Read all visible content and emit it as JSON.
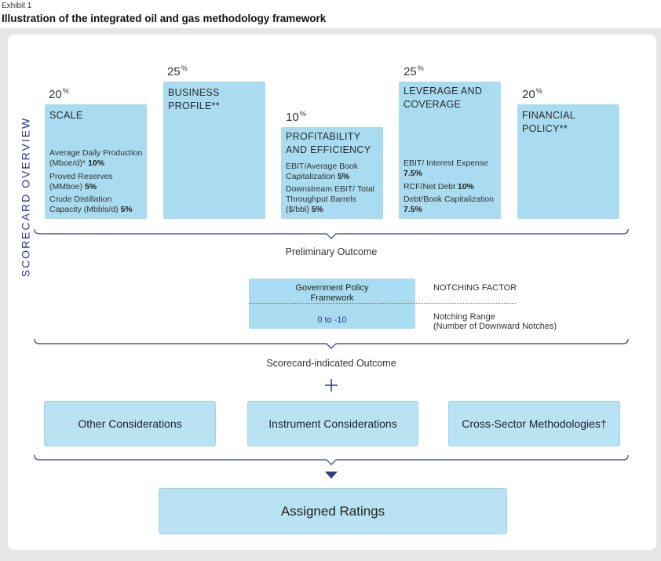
{
  "header": {
    "exhibit": "Exhibit 1",
    "title": "Illustration of the integrated oil and gas methodology framework"
  },
  "side_label": "SCORECARD OVERVIEW",
  "factors": [
    {
      "weight": "20",
      "title": "SCALE",
      "metrics": [
        {
          "label": "Average Daily Production (Mboe/d)*",
          "weight": "10%"
        },
        {
          "label": "Proved Reserves (MMboe)",
          "weight": "5%"
        },
        {
          "label": "Crude Distillation Capacity (Mbbls/d)",
          "weight": "5%"
        }
      ]
    },
    {
      "weight": "25",
      "title": "BUSINESS PROFILE**",
      "metrics": []
    },
    {
      "weight": "10",
      "title": "PROFITABILITY AND EFFICIENCY",
      "metrics": [
        {
          "label": "EBIT/Average Book Capitalization",
          "weight": "5%"
        },
        {
          "label": "Downstream EBIT/ Total Throughput Barrels ($/bbl)",
          "weight": "5%"
        }
      ]
    },
    {
      "weight": "25",
      "title": "LEVERAGE AND COVERAGE",
      "metrics": [
        {
          "label": "EBIT/ Interest Expense",
          "weight": "7.5%"
        },
        {
          "label": "RCF/Net Debt",
          "weight": "10%"
        },
        {
          "label": "Debt/Book Capitalization",
          "weight": "7.5%"
        }
      ]
    },
    {
      "weight": "20",
      "title": "FINANCIAL POLICY**",
      "metrics": []
    }
  ],
  "percent_symbol": "%",
  "preliminary_outcome": "Preliminary Outcome",
  "notching": {
    "box_title": "Government Policy Framework",
    "range": "0 to -10",
    "factor_label": "NOTCHING FACTOR",
    "range_label_line1": "Notching Range",
    "range_label_line2": "(Number of Downward Notches)"
  },
  "scorecard_outcome": "Scorecard-indicated Outcome",
  "plus_sign": "+",
  "considerations": [
    "Other Considerations",
    "Instrument Considerations",
    "Cross-Sector Methodologies†"
  ],
  "assigned_ratings": "Assigned Ratings"
}
